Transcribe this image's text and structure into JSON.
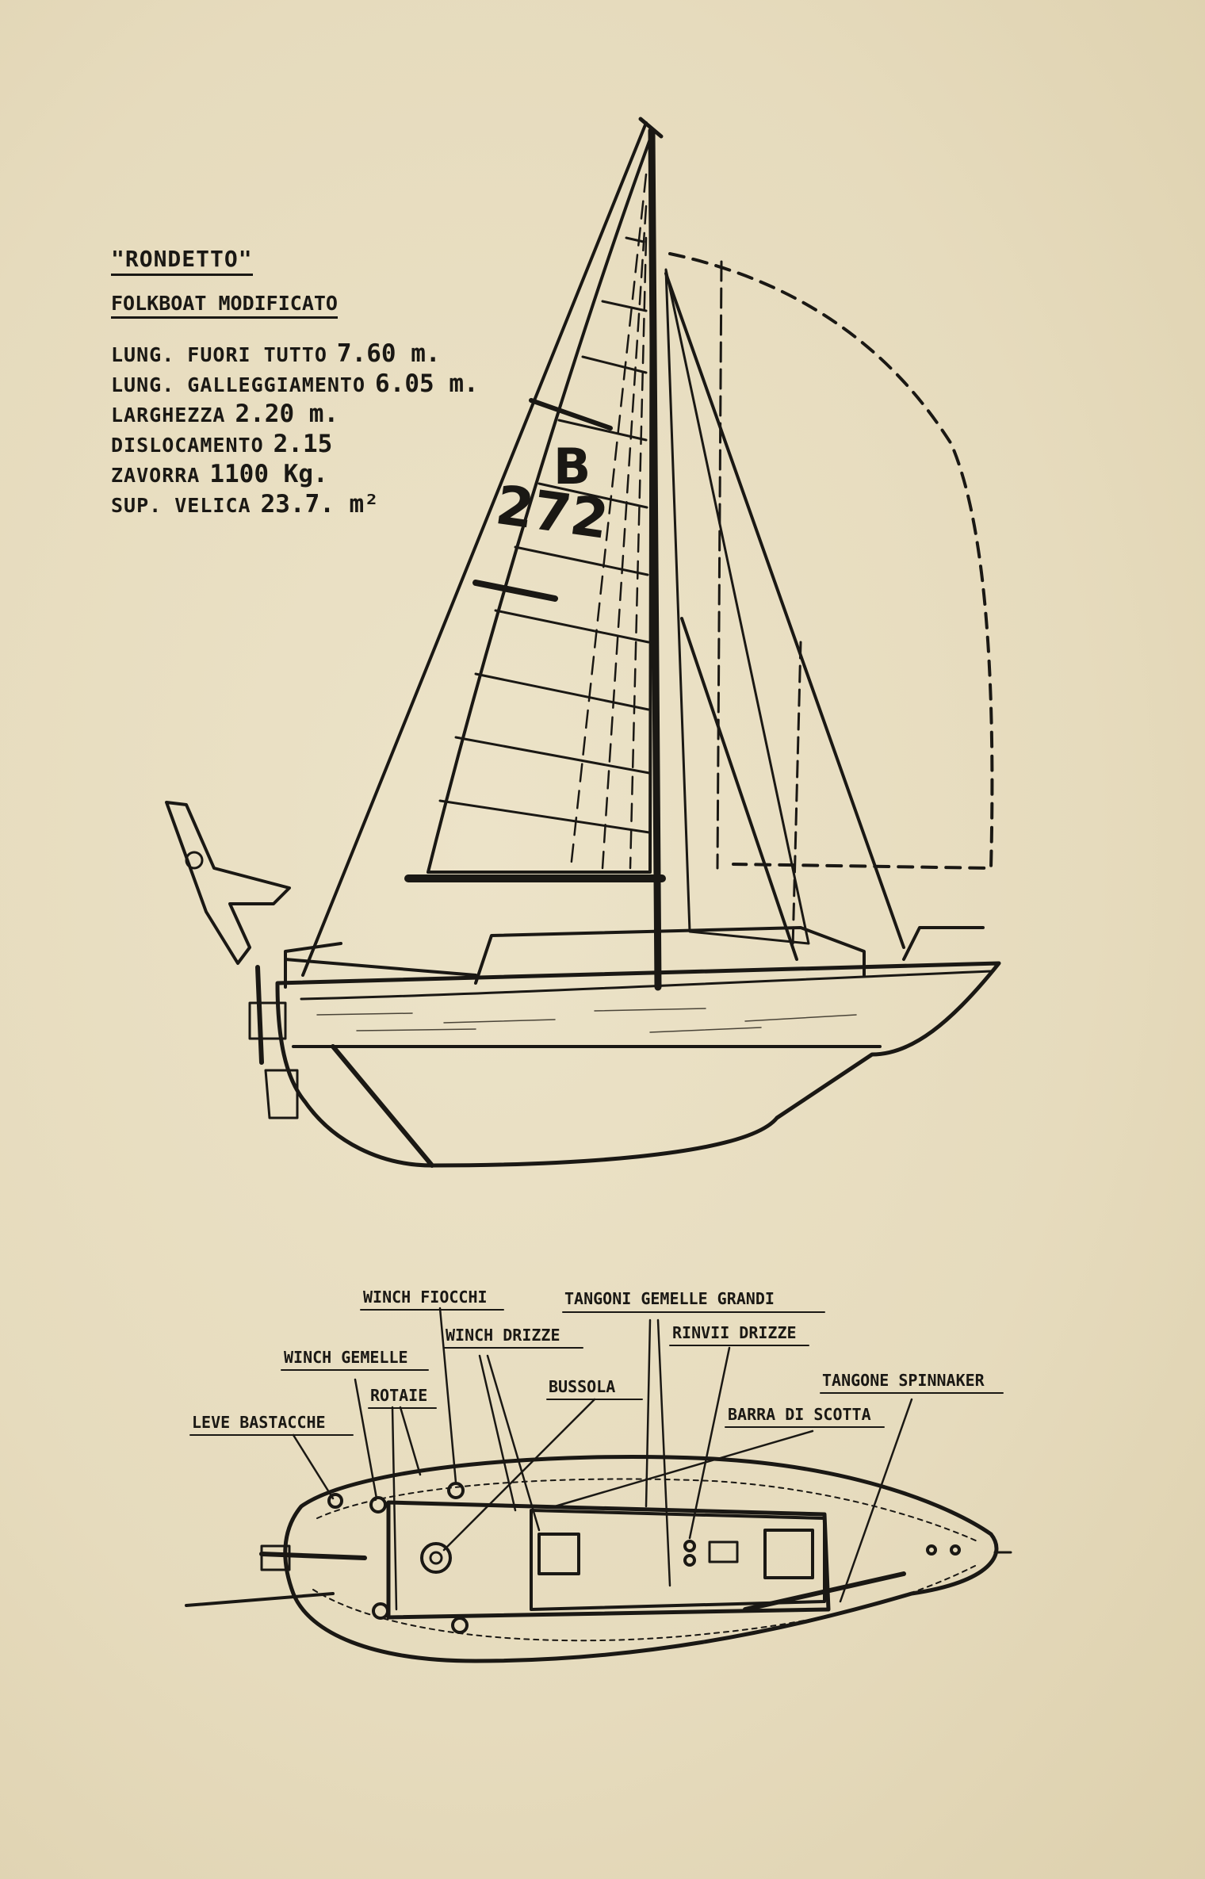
{
  "boat": {
    "name": "\"RONDETTO\"",
    "subtitle": "FOLKBOAT MODIFICATO",
    "sail_letter": "B",
    "sail_number": "272"
  },
  "specs": [
    {
      "label": "LUNG. FUORI TUTTO",
      "value": "7.60 m."
    },
    {
      "label": "LUNG. GALLEGGIAMENTO",
      "value": "6.05 m."
    },
    {
      "label": "LARGHEZZA",
      "value": "2.20 m."
    },
    {
      "label": "DISLOCAMENTO",
      "value": "2.15"
    },
    {
      "label": "ZAVORRA",
      "value": "1100 Kg."
    },
    {
      "label": "SUP. VELICA",
      "value": "23.7. m²"
    }
  ],
  "deck_labels": {
    "winch_fiocchi": "WINCH FIOCCHI",
    "tangoni_gemelle_grandi": "TANGONI GEMELLE GRANDI",
    "winch_gemelle": "WINCH GEMELLE",
    "winch_drizze": "WINCH DRIZZE",
    "rinvii_drizze": "RINVII DRIZZE",
    "rotaie": "ROTAIE",
    "bussola": "BUSSOLA",
    "tangone_spinnaker": "TANGONE SPINNAKER",
    "leve_bastacche": "LEVE BASTACCHE",
    "barra_di_scotta": "BARRA DI SCOTTA"
  }
}
